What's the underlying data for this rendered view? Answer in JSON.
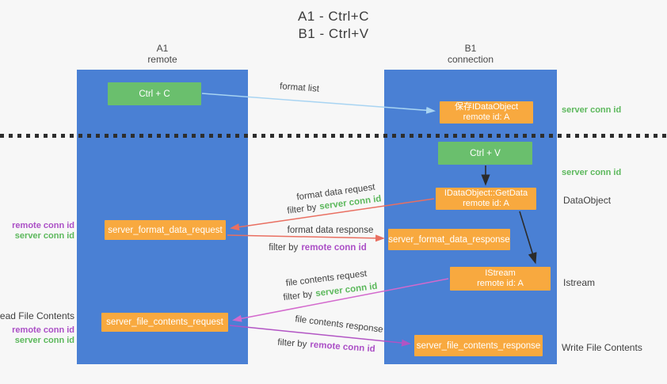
{
  "title": {
    "line1": "A1 - Ctrl+C",
    "line2": "B1 - Ctrl+V"
  },
  "columns": {
    "left": {
      "name": "A1",
      "role": "remote"
    },
    "right": {
      "name": "B1",
      "role": "connection"
    }
  },
  "boxes": {
    "ctrl_c": {
      "label": "Ctrl + C"
    },
    "ctrl_v": {
      "label": "Ctrl + V"
    },
    "save_dataobject": {
      "line1": "保存IDataObject",
      "line2": "remote id: A"
    },
    "getdata": {
      "line1": "IDataObject::GetData",
      "line2": "remote id: A"
    },
    "istream": {
      "line1": "IStream",
      "line2": "remote id: A"
    },
    "server_format_data_request": {
      "label": "server_format_data_request"
    },
    "server_format_data_response": {
      "label": "server_format_data_response"
    },
    "server_file_contents_request": {
      "label": "server_file_contents_request"
    },
    "server_file_contents_response": {
      "label": "server_file_contents_response"
    }
  },
  "arrows": {
    "format_list": {
      "label": "format list"
    },
    "format_data_request": {
      "label": "format data request",
      "filter_prefix": "filter by",
      "filter_key": "server conn id"
    },
    "format_data_response": {
      "label": "format data response",
      "filter_prefix": "filter by",
      "filter_key": "remote conn id"
    },
    "file_contents_request": {
      "label": "file contents request",
      "filter_prefix": "filter by",
      "filter_key": "server conn id"
    },
    "file_contents_response": {
      "label": "file contents response",
      "filter_prefix": "filter by",
      "filter_key": "remote conn id"
    }
  },
  "side_labels": {
    "server_conn_id_top": "server conn id",
    "server_conn_id_mid": "server conn id",
    "dataobject": "DataObject",
    "istream": "Istream",
    "write_file_contents": "Write File Contents",
    "read_file_contents": "Read File Contents",
    "remote_conn_id_format": "remote conn id",
    "server_conn_id_format": "server conn id",
    "remote_conn_id_file": "remote conn id",
    "server_conn_id_file": "server conn id"
  },
  "colors": {
    "background": "#f7f7f7",
    "column_blue": "#4a80d4",
    "box_green": "#6abf6d",
    "box_orange": "#f8a93f",
    "green_text": "#5cb85c",
    "purple_text": "#ab4fc6",
    "arrow_light_blue": "#a8d4f2",
    "arrow_red": "#e96f61",
    "arrow_magenta": "#d369cd",
    "arrow_purple": "#b254c4",
    "arrow_black": "#2b2b2b"
  }
}
